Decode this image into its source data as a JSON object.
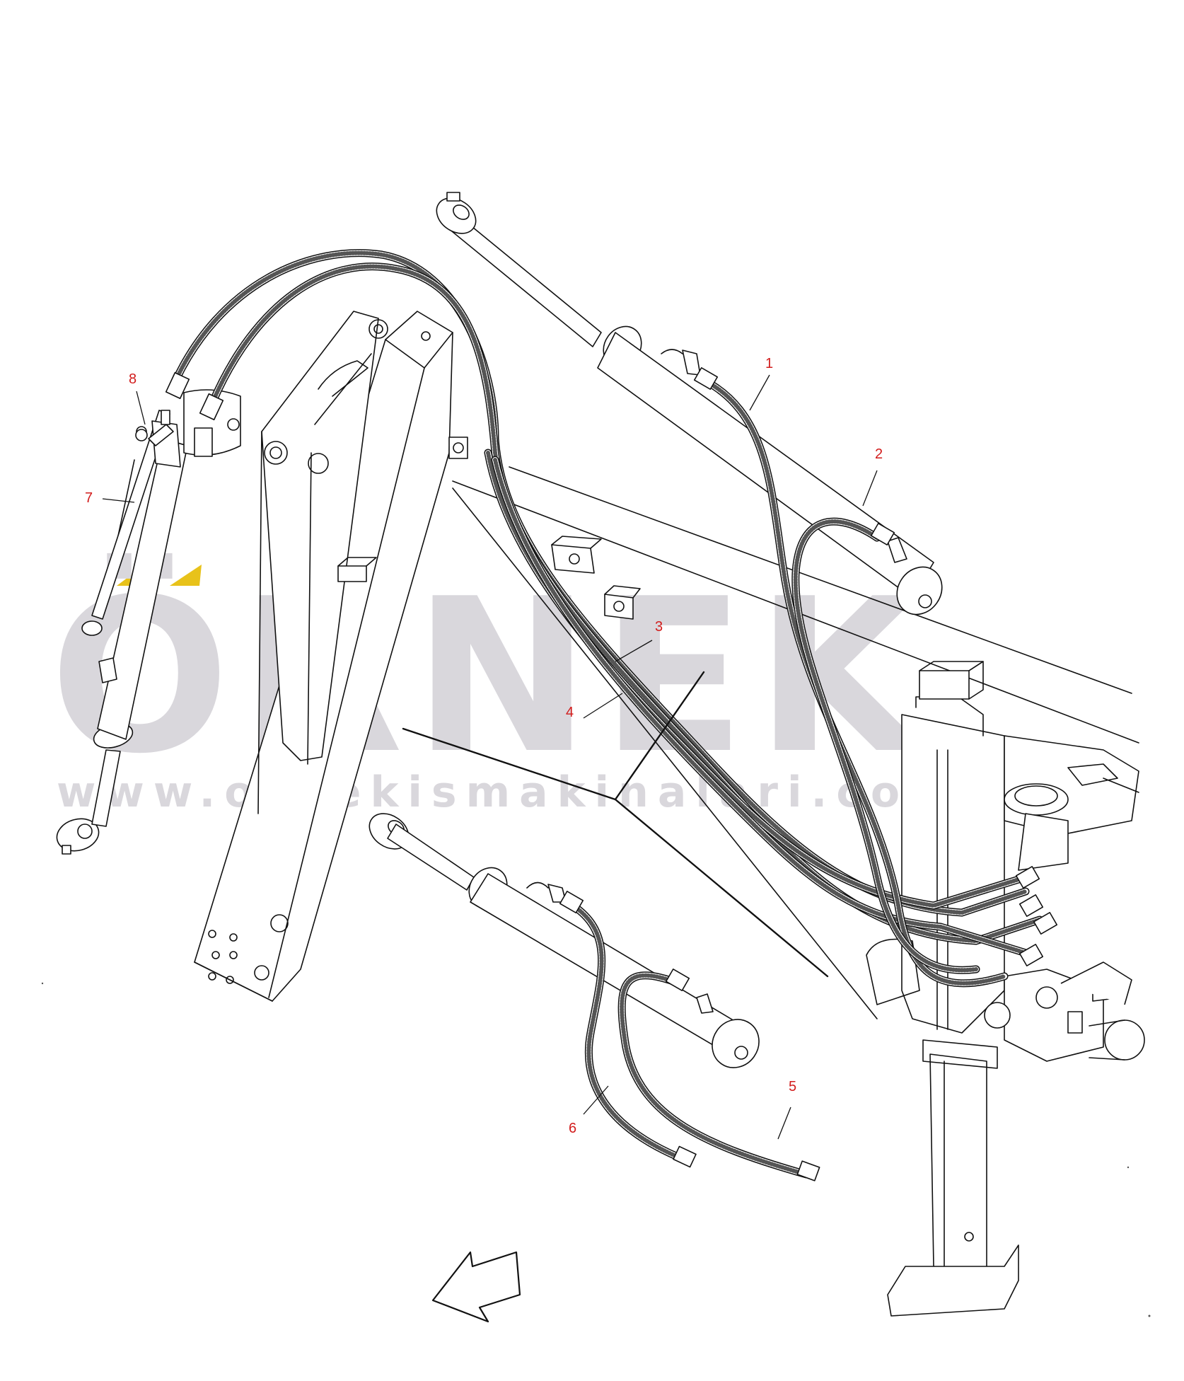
{
  "callouts": [
    {
      "id": "1",
      "label": "1"
    },
    {
      "id": "2",
      "label": "2"
    },
    {
      "id": "3",
      "label": "3"
    },
    {
      "id": "4",
      "label": "4"
    },
    {
      "id": "5",
      "label": "5"
    },
    {
      "id": "6",
      "label": "6"
    },
    {
      "id": "7",
      "label": "7"
    },
    {
      "id": "8",
      "label": "8"
    }
  ],
  "watermark": {
    "brand": "ÖRNEK",
    "url": "www.ornekismakinalari.com.tr",
    "color": "#d9d7dc",
    "accent": "#e8c21a"
  },
  "colors": {
    "callout": "#d21c1c",
    "line": "#111111"
  },
  "icons": {
    "direction_arrow": "arrow-icon"
  }
}
